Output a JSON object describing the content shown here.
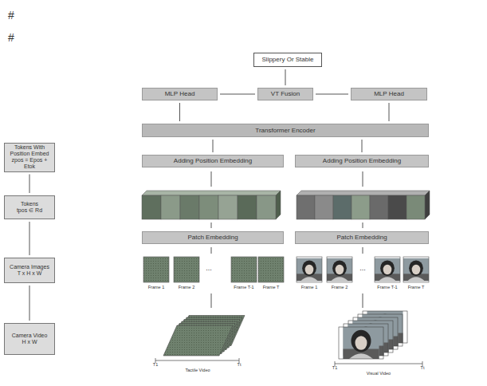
{
  "diagram": {
    "nodes": [
      {
        "text": [
          "Slippery Or Stable"
        ]
      },
      {
        "text": [
          "MLP Head"
        ]
      },
      {
        "text": [
          "VT Fusion"
        ]
      },
      {
        "text": [
          "MLP Head"
        ]
      },
      {
        "text": [
          "Transformer Encoder"
        ]
      },
      {
        "text": [
          "Tokens With Position Embed",
          "zpos = Epos + Etok"
        ]
      },
      {
        "text": [
          "Adding Position Embedding"
        ]
      },
      {
        "text": [
          "Adding Position Embedding"
        ]
      },
      {
        "text": [
          "Tokens",
          "tpos ∈ Rd"
        ]
      },
      {
        "text": [
          "Patch Embedding"
        ]
      },
      {
        "text": [
          "Patch Embedding"
        ]
      },
      {
        "text": [
          "Camera Images",
          "T x H x W"
        ]
      },
      {
        "text": [
          "Camera Video",
          "H x W"
        ]
      }
    ],
    "edges": [
      {
        "from": 2,
        "to": 0,
        "arrow": "none"
      },
      {
        "from": 1,
        "to": 2,
        "arrow": "none"
      },
      {
        "from": 2,
        "to": 3,
        "arrow": "none"
      },
      {
        "from": 4,
        "to": 1,
        "arrow": "none"
      },
      {
        "from": 4,
        "to": 3,
        "arrow": "none"
      },
      {
        "from": 6,
        "to": 4,
        "arrow": "none"
      },
      {
        "from": 7,
        "to": 4,
        "arrow": "none"
      },
      {
        "from": 12,
        "to": 11,
        "arrow": "none"
      },
      {
        "from": 11,
        "to": 8,
        "arrow": "none"
      },
      {
        "from": 8,
        "to": 5,
        "arrow": "none"
      }
    ],
    "labels": [
      "#",
      "#",
      "Frame 1",
      "Frame 2",
      "...",
      "Frame T-1",
      "Frame T",
      "Frame 1",
      "Frame 2",
      "...",
      "Frame T-1",
      "Frame T",
      "T1",
      "Tt",
      "Tactile Video",
      "T1",
      "Tt",
      "Visual Video"
    ]
  }
}
